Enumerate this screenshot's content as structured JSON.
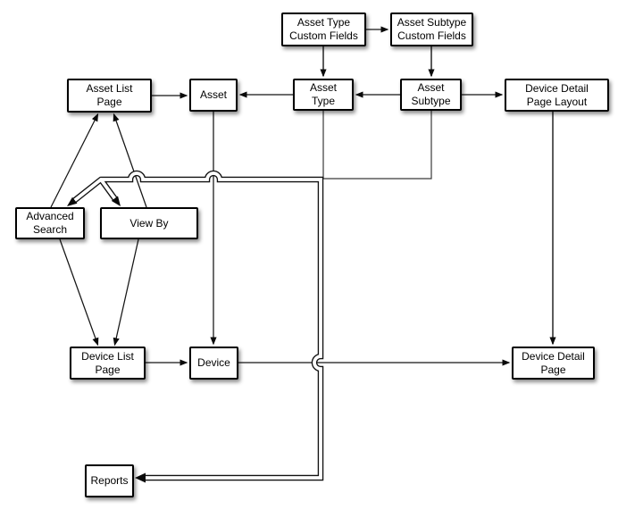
{
  "diagram": {
    "type": "flowchart",
    "background_color": "#ffffff",
    "box_fill": "#ffffff",
    "box_border_color": "#000000",
    "line_color": "#000000",
    "nodes": [
      {
        "id": "asset-type-custom-fields",
        "label": "Asset Type\nCustom Fields"
      },
      {
        "id": "asset-subtype-custom-fields",
        "label": "Asset Subtype\nCustom Fields"
      },
      {
        "id": "asset-list-page",
        "label": "Asset List\nPage"
      },
      {
        "id": "asset",
        "label": "Asset"
      },
      {
        "id": "asset-type",
        "label": "Asset\nType"
      },
      {
        "id": "asset-subtype",
        "label": "Asset\nSubtype"
      },
      {
        "id": "device-detail-page-layout",
        "label": "Device Detail\nPage Layout"
      },
      {
        "id": "advanced-search",
        "label": "Advanced\nSearch"
      },
      {
        "id": "view-by",
        "label": "View By"
      },
      {
        "id": "device-list-page",
        "label": "Device List\nPage"
      },
      {
        "id": "device",
        "label": "Device"
      },
      {
        "id": "device-detail-page",
        "label": "Device Detail\nPage"
      },
      {
        "id": "reports",
        "label": "Reports"
      }
    ],
    "edges": [
      {
        "from": "asset-type-custom-fields",
        "to": "asset-subtype-custom-fields",
        "style": "arrow"
      },
      {
        "from": "asset-type-custom-fields",
        "to": "asset-type",
        "style": "arrow"
      },
      {
        "from": "asset-subtype-custom-fields",
        "to": "asset-subtype",
        "style": "arrow"
      },
      {
        "from": "asset-list-page",
        "to": "asset",
        "style": "arrow"
      },
      {
        "from": "asset-type",
        "to": "asset",
        "style": "arrow"
      },
      {
        "from": "asset-subtype",
        "to": "asset-type",
        "style": "arrow"
      },
      {
        "from": "asset-subtype",
        "to": "device-detail-page-layout",
        "style": "arrow"
      },
      {
        "from": "device-detail-page-layout",
        "to": "device-detail-page",
        "style": "arrow"
      },
      {
        "from": "asset",
        "to": "device",
        "style": "arrow"
      },
      {
        "from": "advanced-search",
        "to": "asset-list-page",
        "style": "arrow"
      },
      {
        "from": "view-by",
        "to": "asset-list-page",
        "style": "arrow"
      },
      {
        "from": "advanced-search",
        "to": "device-list-page",
        "style": "arrow"
      },
      {
        "from": "view-by",
        "to": "device-list-page",
        "style": "arrow"
      },
      {
        "from": "device-list-page",
        "to": "device",
        "style": "arrow"
      },
      {
        "from": "device",
        "to": "device-detail-page",
        "style": "arrow"
      },
      {
        "from": "connector-hub",
        "to": "advanced-search",
        "style": "double-line-arrow"
      },
      {
        "from": "connector-hub",
        "to": "view-by",
        "style": "double-line-arrow"
      },
      {
        "from": "connector-hub",
        "to": "reports",
        "style": "double-line-arrow"
      },
      {
        "from": "asset-type",
        "to": "connector-hub",
        "style": "line"
      },
      {
        "from": "asset-subtype",
        "to": "connector-hub",
        "style": "line"
      }
    ]
  }
}
